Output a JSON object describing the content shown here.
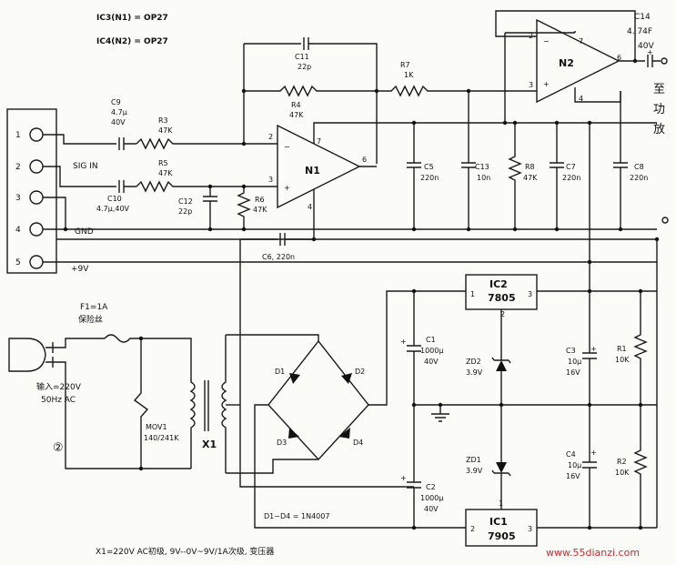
{
  "header": {
    "ic3": "IC3(N1) = OP27",
    "ic4": "IC4(N2) = OP27"
  },
  "connector": {
    "pins": [
      "1",
      "2",
      "3",
      "4",
      "5"
    ],
    "sig_in": "SIG IN",
    "gnd": "GND",
    "plus9v": "+9V"
  },
  "components": {
    "c9": {
      "ref": "C9",
      "v1": "4.7µ",
      "v2": "40V"
    },
    "c10": {
      "ref": "C10",
      "v1": "4.7µ,40V"
    },
    "r3": {
      "ref": "R3",
      "val": "47K"
    },
    "r5": {
      "ref": "R5",
      "val": "47K"
    },
    "c12": {
      "ref": "C12",
      "val": "22p"
    },
    "r6": {
      "ref": "R6",
      "val": "47K"
    },
    "c11": {
      "ref": "C11",
      "val": "22p"
    },
    "r4": {
      "ref": "R4",
      "val": "47K"
    },
    "r7": {
      "ref": "R7",
      "val": "1K"
    },
    "c5": {
      "ref": "C5",
      "val": "220n"
    },
    "c13": {
      "ref": "C13",
      "val": "10n"
    },
    "r8": {
      "ref": "R8",
      "val": "47K"
    },
    "c7": {
      "ref": "C7",
      "val": "220n"
    },
    "c8": {
      "ref": "C8",
      "val": "220n"
    },
    "c6": {
      "ref": "C6, 220n"
    },
    "c14": {
      "ref": "C14",
      "v1": "4. 74F",
      "v2": "40V"
    },
    "c1": {
      "ref": "C1",
      "v1": "1000µ",
      "v2": "40V"
    },
    "c2": {
      "ref": "C2",
      "v1": "1000µ",
      "v2": "40V"
    },
    "c3": {
      "ref": "C3",
      "v1": "10µ",
      "v2": "16V"
    },
    "c4": {
      "ref": "C4",
      "v1": "10µ",
      "v2": "16V"
    },
    "r1": {
      "ref": "R1",
      "val": "10K"
    },
    "r2": {
      "ref": "R2",
      "val": "10K"
    },
    "zd1": {
      "ref": "ZD1",
      "val": "3.9V"
    },
    "zd2": {
      "ref": "ZD2",
      "val": "3.9V"
    },
    "d1": "D1",
    "d2": "D2",
    "d3": "D3",
    "d4": "D4",
    "mov1": {
      "ref": "MOV1",
      "val": "140/241K"
    },
    "x1": "X1",
    "fuse": {
      "ref": "F1=1A",
      "val": "保险丝"
    }
  },
  "opamps": {
    "n1": {
      "name": "N1",
      "p2": "2",
      "p3": "3",
      "p4": "4",
      "p6": "6",
      "p7": "7"
    },
    "n2": {
      "name": "N2",
      "p2": "2",
      "p3": "3",
      "p4": "4",
      "p6": "6",
      "p7": "7"
    }
  },
  "regulators": {
    "ic2": {
      "name": "IC2",
      "part": "7805",
      "p1": "1",
      "p2": "2",
      "p3": "3"
    },
    "ic1": {
      "name": "IC1",
      "part": "7905",
      "p1": "1",
      "p2": "2",
      "p3": "3"
    }
  },
  "output": {
    "chars": [
      "至",
      "功",
      "放"
    ]
  },
  "input": {
    "line1": "输入=220V",
    "line2": "50Hz AC"
  },
  "figure_number": "②",
  "notes": {
    "diodes": "D1~D4 = 1N4007",
    "transformer": "X1=220V AC初级, 9V--0V~9V/1A次级, 变压器"
  },
  "watermark": "www.55dianzi.com"
}
